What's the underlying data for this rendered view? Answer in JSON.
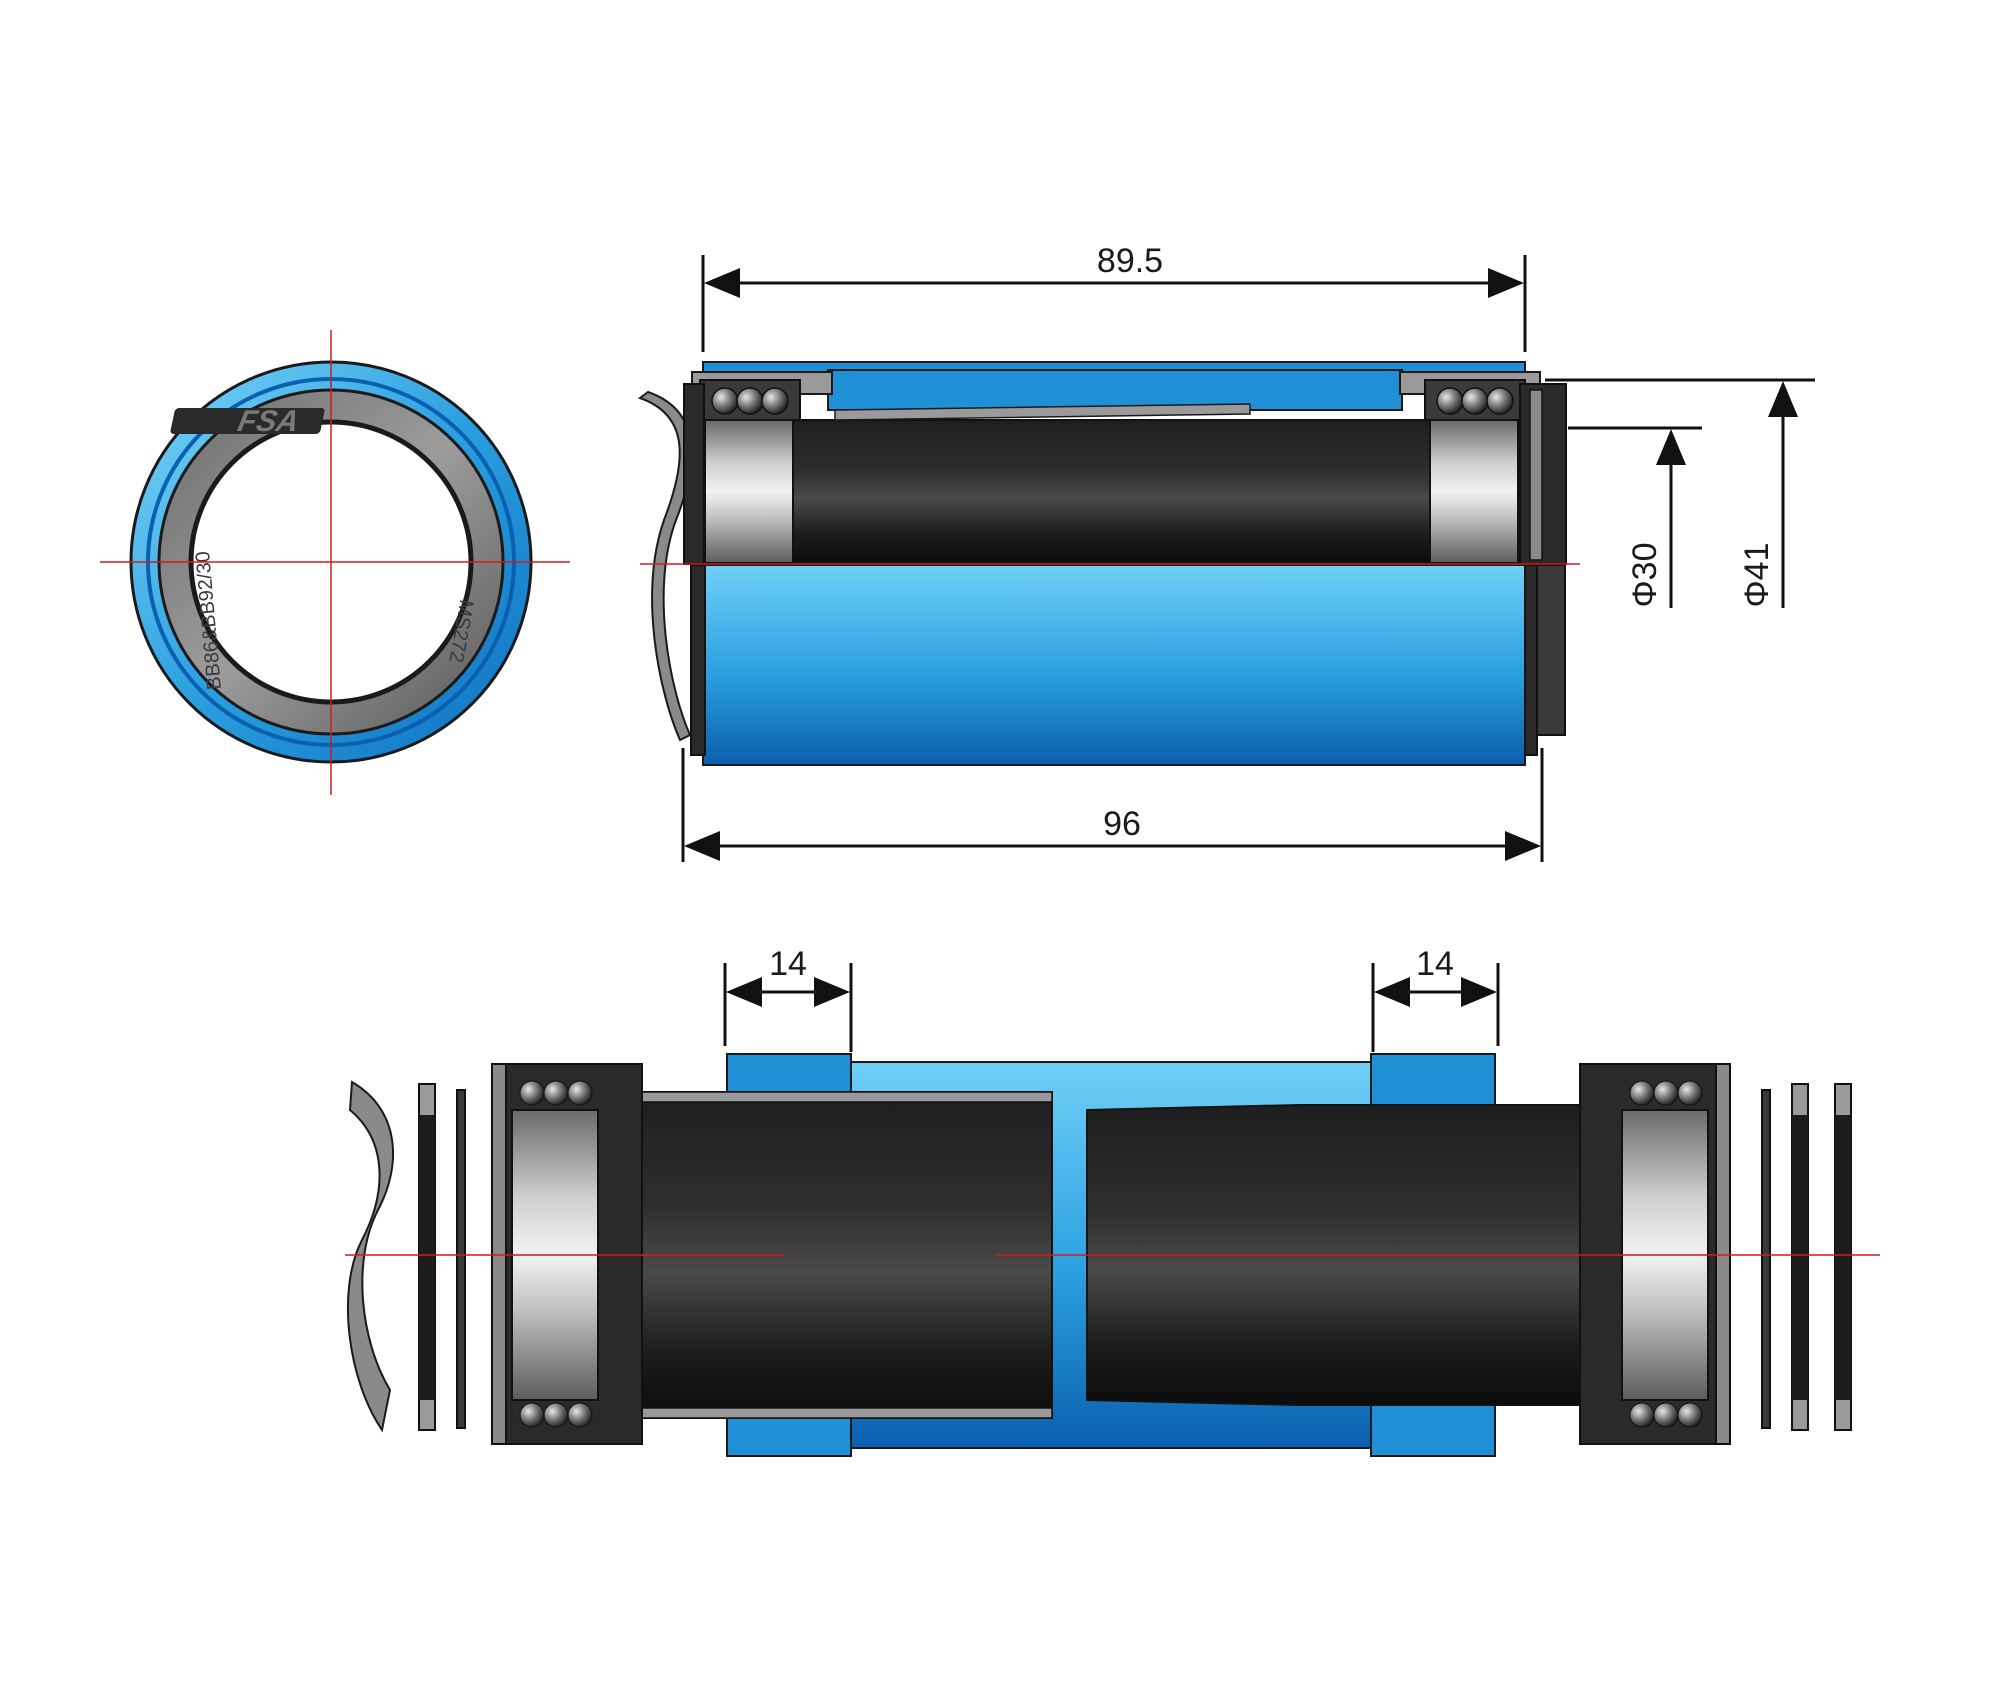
{
  "dimensions": {
    "shell_width": "89.5",
    "overall_width": "96",
    "inner_diameter": "Φ30",
    "outer_diameter": "Φ41",
    "left_insert_depth": "14",
    "right_insert_depth": "14"
  },
  "end_view": {
    "brand_logo": "FSA",
    "ring_marking_1": "MS272",
    "ring_marking_2": "BB86&BB92/30"
  },
  "colors": {
    "cup_blue": "#1a8fd6",
    "cup_light_blue": "#6fcaf4",
    "cup_dark_blue": "#0a5fae",
    "sleeve_black": "#151515",
    "metal_grey": "#9a9a9a",
    "centerline_red": "#d01c1c"
  }
}
